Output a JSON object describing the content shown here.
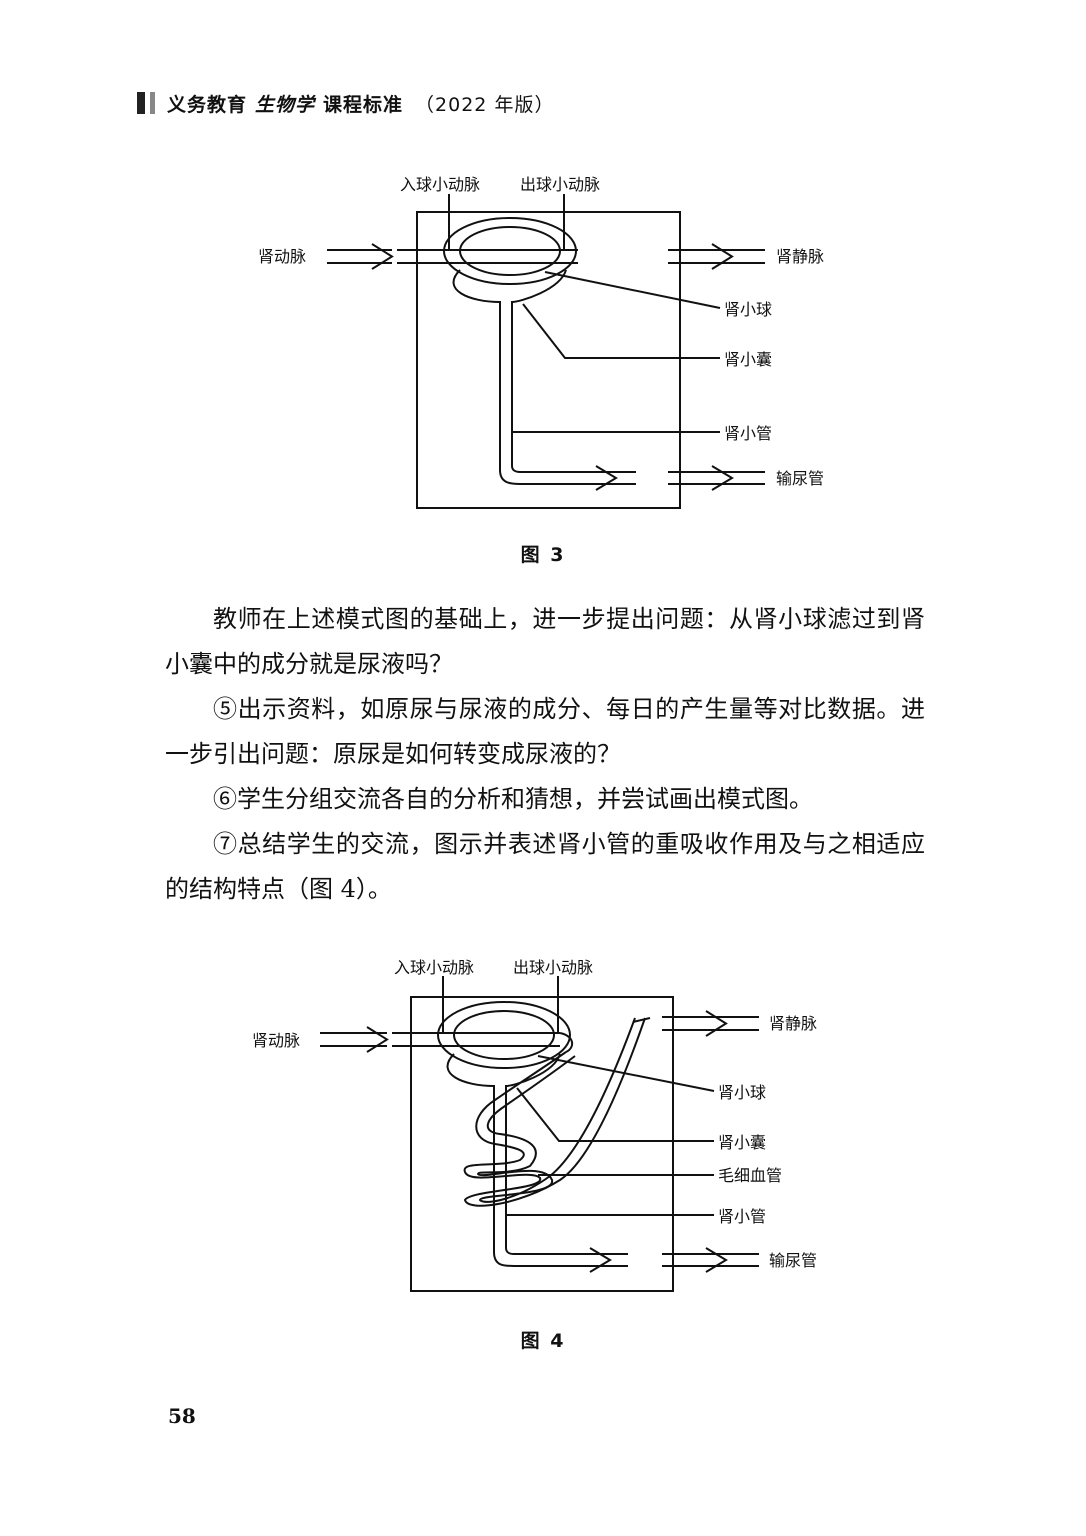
{
  "header": {
    "title_a": "义务教育",
    "title_b": "生物学",
    "title_c": "课程标准",
    "edition": "（2022 年版）"
  },
  "figure3": {
    "caption": "图 3",
    "labels": {
      "afferent": "入球小动脉",
      "efferent": "出球小动脉",
      "renal_artery": "肾动脉",
      "renal_vein": "肾静脉",
      "glomerulus": "肾小球",
      "capsule": "肾小囊",
      "tubule": "肾小管",
      "ureter": "输尿管"
    }
  },
  "paragraphs": [
    "教师在上述模式图的基础上，进一步提出问题：从肾小球滤过到肾小囊中的成分就是尿液吗？",
    "⑤出示资料，如原尿与尿液的成分、每日的产生量等对比数据。进一步引出问题：原尿是如何转变成尿液的？",
    "⑥学生分组交流各自的分析和猜想，并尝试画出模式图。",
    "⑦总结学生的交流，图示并表述肾小管的重吸收作用及与之相适应的结构特点（图 4）。"
  ],
  "figure4": {
    "caption": "图 4",
    "labels": {
      "afferent": "入球小动脉",
      "efferent": "出球小动脉",
      "renal_artery": "肾动脉",
      "renal_vein": "肾静脉",
      "glomerulus": "肾小球",
      "capsule": "肾小囊",
      "capillary": "毛细血管",
      "tubule": "肾小管",
      "ureter": "输尿管"
    }
  },
  "page_number": "58"
}
